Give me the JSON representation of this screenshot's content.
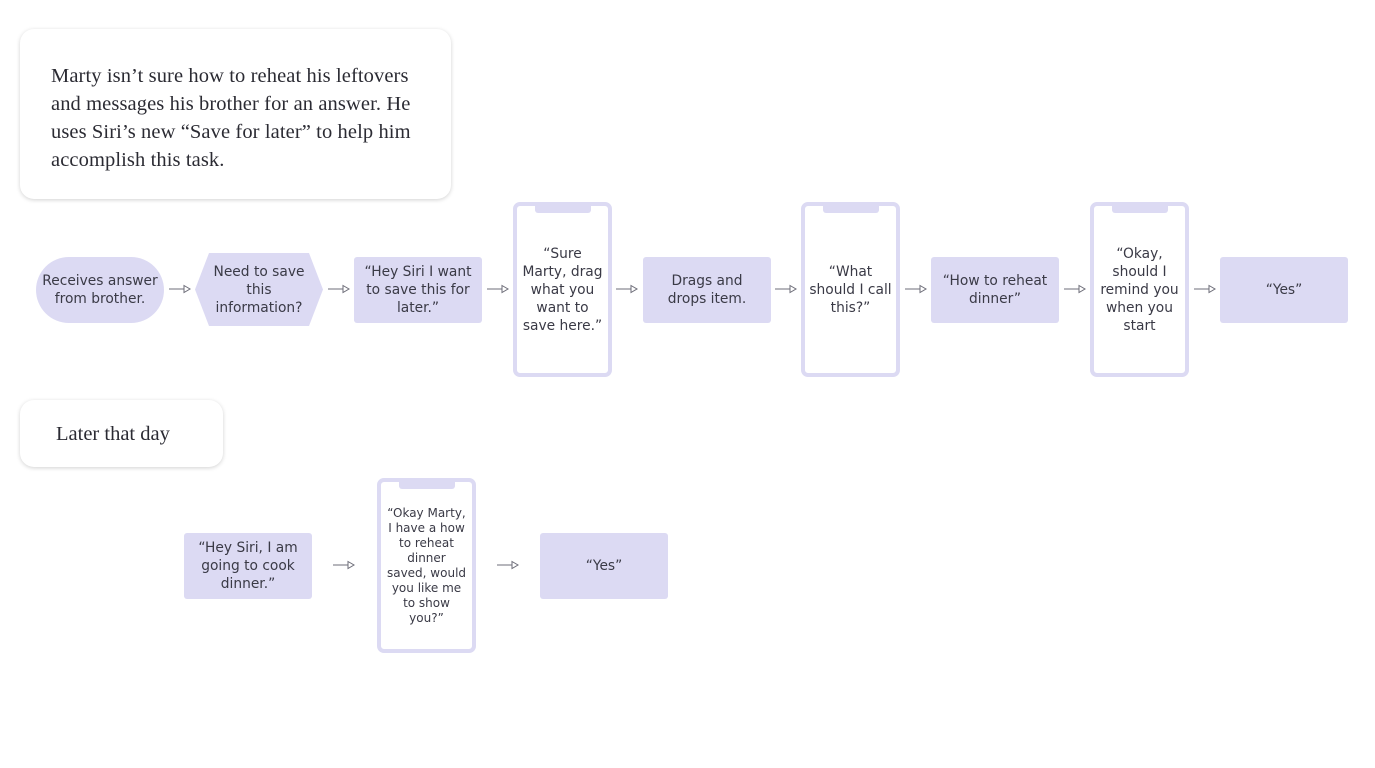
{
  "intro": {
    "text": "Marty isn’t sure how to reheat his leftovers and messages his brother for an answer. He uses Siri’s new “Save for later” to help him accomplish this task."
  },
  "later": {
    "text": "Later that day"
  },
  "flow1": {
    "receives": "Receives answer from brother.",
    "need_to_save": "Need to save this information?",
    "hey_siri_save": "“Hey Siri I want to save this for later.”",
    "sure_marty": "“Sure Marty, drag what you want to save here.”",
    "drags": "Drags and drops item.",
    "what_call": "“What should I call this?”",
    "how_reheat": "“How to reheat dinner”",
    "okay_remind": "“Okay, should I remind you when you start",
    "yes": "“Yes”"
  },
  "flow2": {
    "hey_siri_cook": "“Hey Siri, I am going to cook dinner.”",
    "okay_marty": "“Okay Marty, I have a how to reheat dinner saved, would you like me to show you?”",
    "yes": "“Yes”"
  },
  "colors": {
    "node_fill": "#dcdaf3",
    "text": "#3a3a46",
    "arrow": "#6d6d78"
  }
}
